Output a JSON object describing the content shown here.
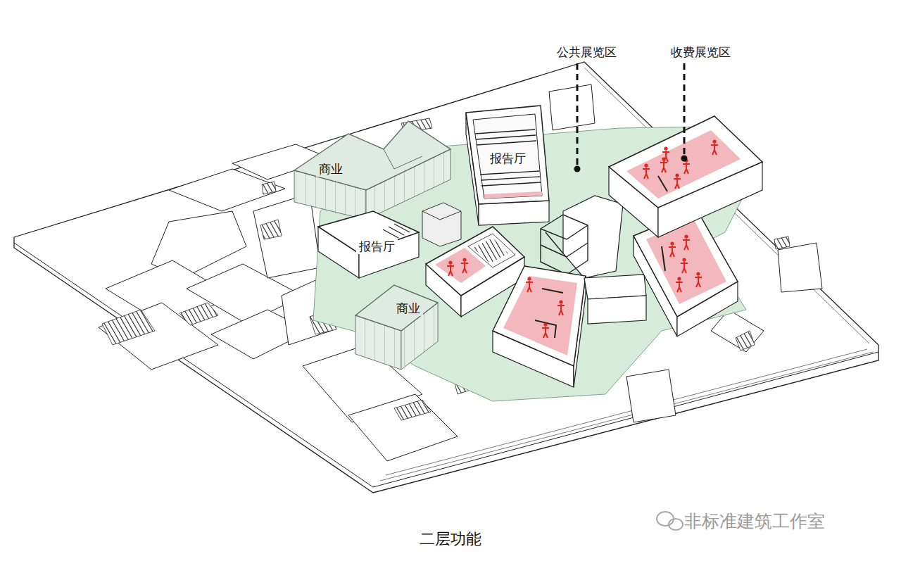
{
  "diagram": {
    "caption": "二层功能",
    "nodes": [
      {
        "text": [
          "商业"
        ]
      },
      {
        "text": [
          "报告厅"
        ]
      },
      {
        "text": [
          "报告厅"
        ]
      },
      {
        "text": [
          "商业"
        ]
      }
    ],
    "labels": [
      "公共展览区",
      "收费展览区",
      "非标准建筑工作室"
    ]
  }
}
